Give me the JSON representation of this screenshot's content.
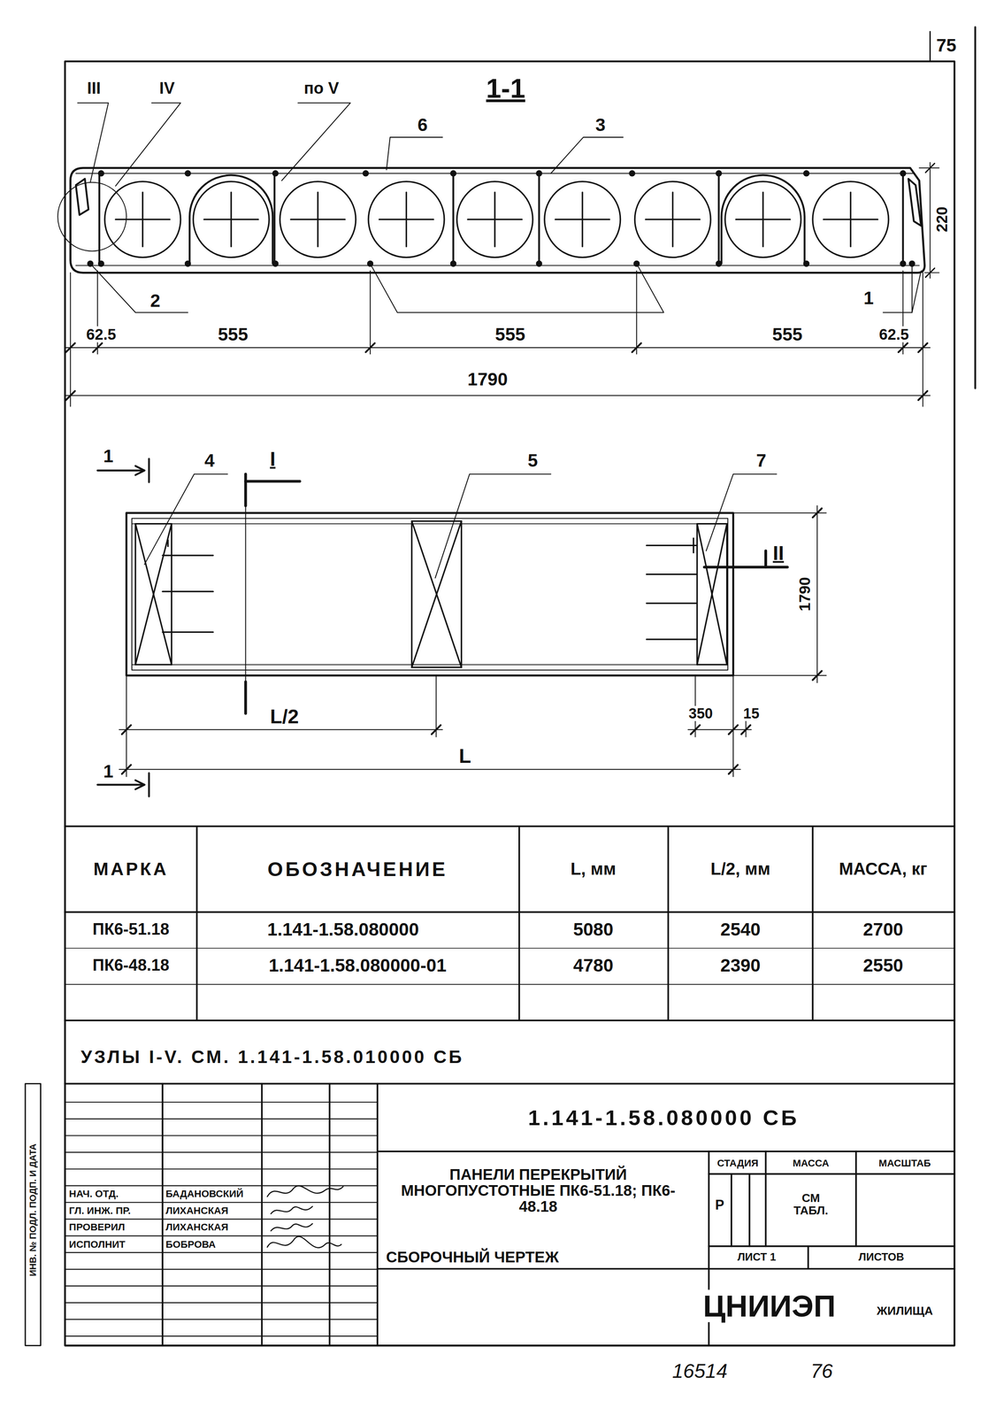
{
  "diagram": {
    "labels": [
      "75",
      "III",
      "IV",
      "по V",
      "1-1",
      "6",
      "3",
      "2",
      "1",
      "220",
      "62.5",
      "555",
      "555",
      "555",
      "62.5",
      "1790",
      "1",
      "4",
      "I",
      "5",
      "7",
      "II",
      "1790",
      "L/2",
      "350",
      "15",
      "L",
      "1",
      "МАРКА",
      "ОБОЗНАЧЕНИЕ",
      "L, мм",
      "L/2, мм",
      "МАССА, кг",
      "ПК6-51.18",
      "1.141-1.58.080000",
      "5080",
      "2540",
      "2700",
      "ПК6-48.18",
      "1.141-1.58.080000-01",
      "4780",
      "2390",
      "2550",
      "УЗЛЫ I-V. СМ. 1.141-1.58.010000 СБ",
      "1.141-1.58.080000 СБ",
      "НАЧ. ОТД.",
      "БАДАНОВСКИЙ",
      "ГЛ. ИНЖ. ПР.",
      "ЛИХАНСКАЯ",
      "ПРОВЕРИЛ",
      "ЛИХАНСКАЯ",
      "ИСПОЛНИТ",
      "БОБРОВА",
      "ПАНЕЛИ ПЕРЕКРЫТИЙ МНОГОПУСТОТНЫЕ ПК6-51.18; ПК6-48.18",
      "СБОРОЧНЫЙ ЧЕРТЕЖ",
      "СТАДИЯ",
      "МАССА",
      "МАСШТАБ",
      "Р",
      "СМ ТАБЛ.",
      "ЛИСТ 1",
      "ЛИСТОВ",
      "ЦНИИЭП",
      "ЖИЛИЩА",
      "ИНВ. № ПОДЛ. ПОДП. И ДАТА",
      "16514",
      "76"
    ]
  }
}
